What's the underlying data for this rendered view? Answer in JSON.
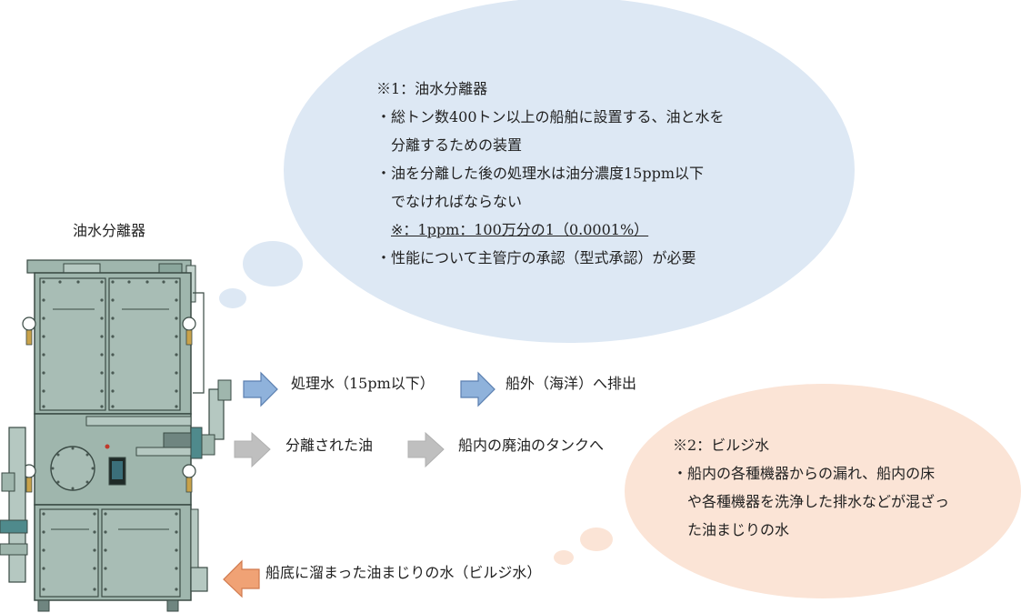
{
  "machine_label": "油水分離器",
  "note1": {
    "heading": "※1：油水分離器",
    "line1": "・総トン数400トン以上の船舶に設置する、油と水を",
    "line2": "　分離するための装置",
    "line3": "・油を分離した後の処理水は油分濃度15ppm以下",
    "line4": "　でなければならない",
    "line5": "※：1ppm：100万分の1（0.0001%）",
    "line6": "・性能について主管庁の承認（型式承認）が必要"
  },
  "note2": {
    "heading": "※2：ビルジ水",
    "line1": "・船内の各種機器からの漏れ、船内の床",
    "line2": "　や各種機器を洗浄した排水などが混ざっ",
    "line3": "　た油まじりの水"
  },
  "flow": {
    "treated_water": "処理水（15pm以下）",
    "overboard": "船外（海洋）へ排出",
    "separated_oil": "分離された油",
    "waste_tank": "船内の廃油のタンクへ",
    "bilge_in": "船底に溜まった油まじりの水（ビルジ水）"
  },
  "colors": {
    "bubble1": "#dde8f4",
    "bubble2": "#fbe4d6",
    "arrow_blue": "#8fb2db",
    "arrow_gray": "#bfbfbf",
    "arrow_orange": "#f0a275",
    "machine_body": "#9fb6ad"
  }
}
